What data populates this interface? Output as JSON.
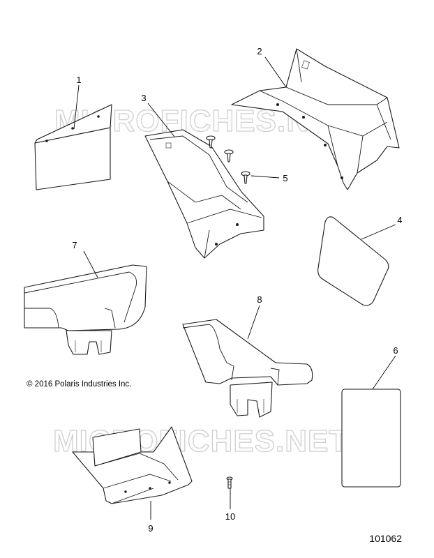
{
  "watermark": "MICROFICHES.NET",
  "copyright": "© 2016 Polaris Industries Inc.",
  "reference_number": "101062",
  "callouts": [
    "1",
    "2",
    "3",
    "4",
    "5",
    "6",
    "7",
    "8",
    "9",
    "10"
  ]
}
